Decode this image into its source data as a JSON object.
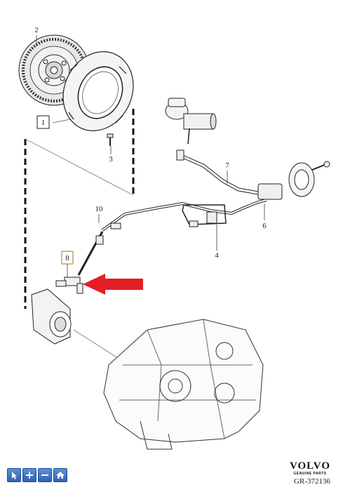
{
  "diagram": {
    "callouts": [
      {
        "id": "c1",
        "label": "1",
        "boxed": true
      },
      {
        "id": "c2",
        "label": "2",
        "boxed": false
      },
      {
        "id": "c3",
        "label": "3",
        "boxed": false
      },
      {
        "id": "c4",
        "label": "4",
        "boxed": false
      },
      {
        "id": "c6",
        "label": "6",
        "boxed": false
      },
      {
        "id": "c7",
        "label": "7",
        "boxed": false
      },
      {
        "id": "c8",
        "label": "8",
        "boxed": true,
        "highlighted": true
      },
      {
        "id": "c10",
        "label": "10",
        "boxed": false
      }
    ],
    "pointer_arrow_color": "#e31e24",
    "highlight_box_color": "#c8a060"
  },
  "toolbar": {
    "buttons": [
      {
        "name": "select-tool-button",
        "icon": "cursor-arrow-icon"
      },
      {
        "name": "zoom-in-button",
        "icon": "plus-icon"
      },
      {
        "name": "zoom-out-button",
        "icon": "minus-icon"
      },
      {
        "name": "home-button",
        "icon": "home-icon"
      }
    ]
  },
  "brand": {
    "logo_text": "VOLVO",
    "tagline": "GENUINE PARTS",
    "figure_id": "GR-372136"
  }
}
